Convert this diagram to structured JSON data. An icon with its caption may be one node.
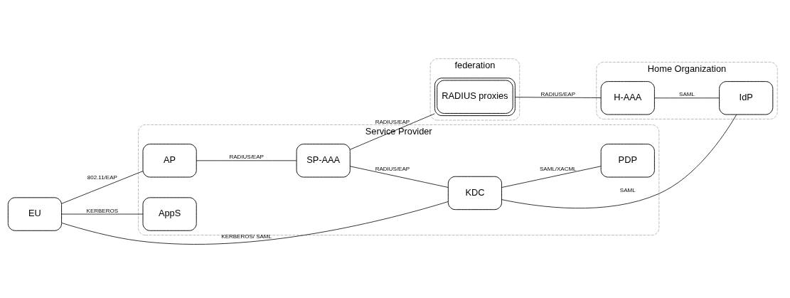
{
  "diagram": {
    "nodes": [
      {
        "text": [
          "Service Provider"
        ]
      },
      {
        "text": [
          "federation"
        ]
      },
      {
        "text": [
          "Home Organization"
        ]
      },
      {
        "text": [
          "EU"
        ]
      },
      {
        "text": [
          "AP"
        ],
        "in": 0
      },
      {
        "text": [
          "SP-AAA"
        ],
        "in": 0
      },
      {
        "text": [
          "RADIUS proxies"
        ],
        "in": 1
      },
      {
        "text": [
          "H-AAA"
        ],
        "in": 2
      },
      {
        "text": [
          "KDC"
        ],
        "in": 0
      },
      {
        "text": [
          "IdP"
        ],
        "in": 2
      },
      {
        "text": [
          "AppS"
        ],
        "in": 0
      },
      {
        "text": [
          "PDP"
        ],
        "in": 0
      }
    ],
    "edges": [
      {
        "from": 3,
        "to": 4,
        "arrow": "none",
        "label": "802.11/EAP"
      },
      {
        "from": 4,
        "to": 5,
        "arrow": "none",
        "label": "RADIUS/EAP"
      },
      {
        "from": 5,
        "to": 6,
        "arrow": "none",
        "label": "RADIUS/EAP"
      },
      {
        "from": 6,
        "to": 7,
        "arrow": "none",
        "label": "RADIUS/EAP"
      },
      {
        "from": 5,
        "to": 8,
        "arrow": "none",
        "label": "RADIUS/EAP"
      },
      {
        "from": 7,
        "to": 9,
        "arrow": "none",
        "label": "SAML"
      },
      {
        "from": 3,
        "to": 8,
        "arrow": "none",
        "label": "KERBEROS/ SAML"
      },
      {
        "from": 8,
        "to": 9,
        "arrow": "none",
        "label": "SAML"
      },
      {
        "from": 8,
        "to": 11,
        "arrow": "none",
        "label": "SAML/XACML"
      },
      {
        "from": 3,
        "to": 10,
        "arrow": "none",
        "label": "KERBEROS"
      }
    ]
  }
}
